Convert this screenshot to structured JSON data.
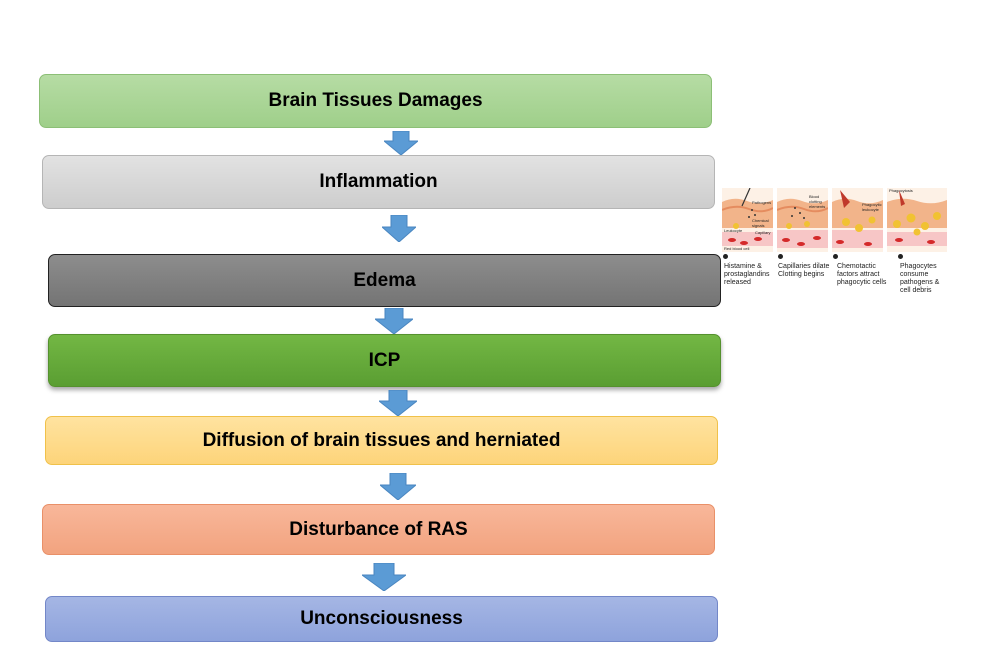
{
  "steps": [
    "Brain Tissues Damages",
    "Inflammation",
    "Edema",
    "ICP",
    "Diffusion of brain tissues and herniated",
    "Disturbance of RAS",
    "Unconsciousness"
  ],
  "colors": {
    "arrow": "#5b9bd5",
    "step1": "#a9d597",
    "step2": "#d9d9d9",
    "step3": "#7f7f7f",
    "step4": "#66ab3c",
    "step5": "#fedb8b",
    "step6": "#f5ad8a",
    "step7": "#9badde"
  },
  "inflammation_image": {
    "labels": {
      "pathogens": "Pathogens",
      "chemical_signals": "Chemical signals",
      "leukocyte": "Leukocyte",
      "capillary": "Capillary",
      "red_blood_cell": "Red blood cell",
      "blood_clotting": "Blood clotting elements",
      "phagocytic_leukocyte": "Phagocytic leukocyte",
      "phagocytosis": "Phagocytosis"
    },
    "captions": [
      "Histamine & prostaglandins released",
      "Capillaries dilate Clotting begins",
      "Chemotactic factors attract phagocytic cells",
      "Phagocytes consume pathogens & cell debris"
    ]
  }
}
